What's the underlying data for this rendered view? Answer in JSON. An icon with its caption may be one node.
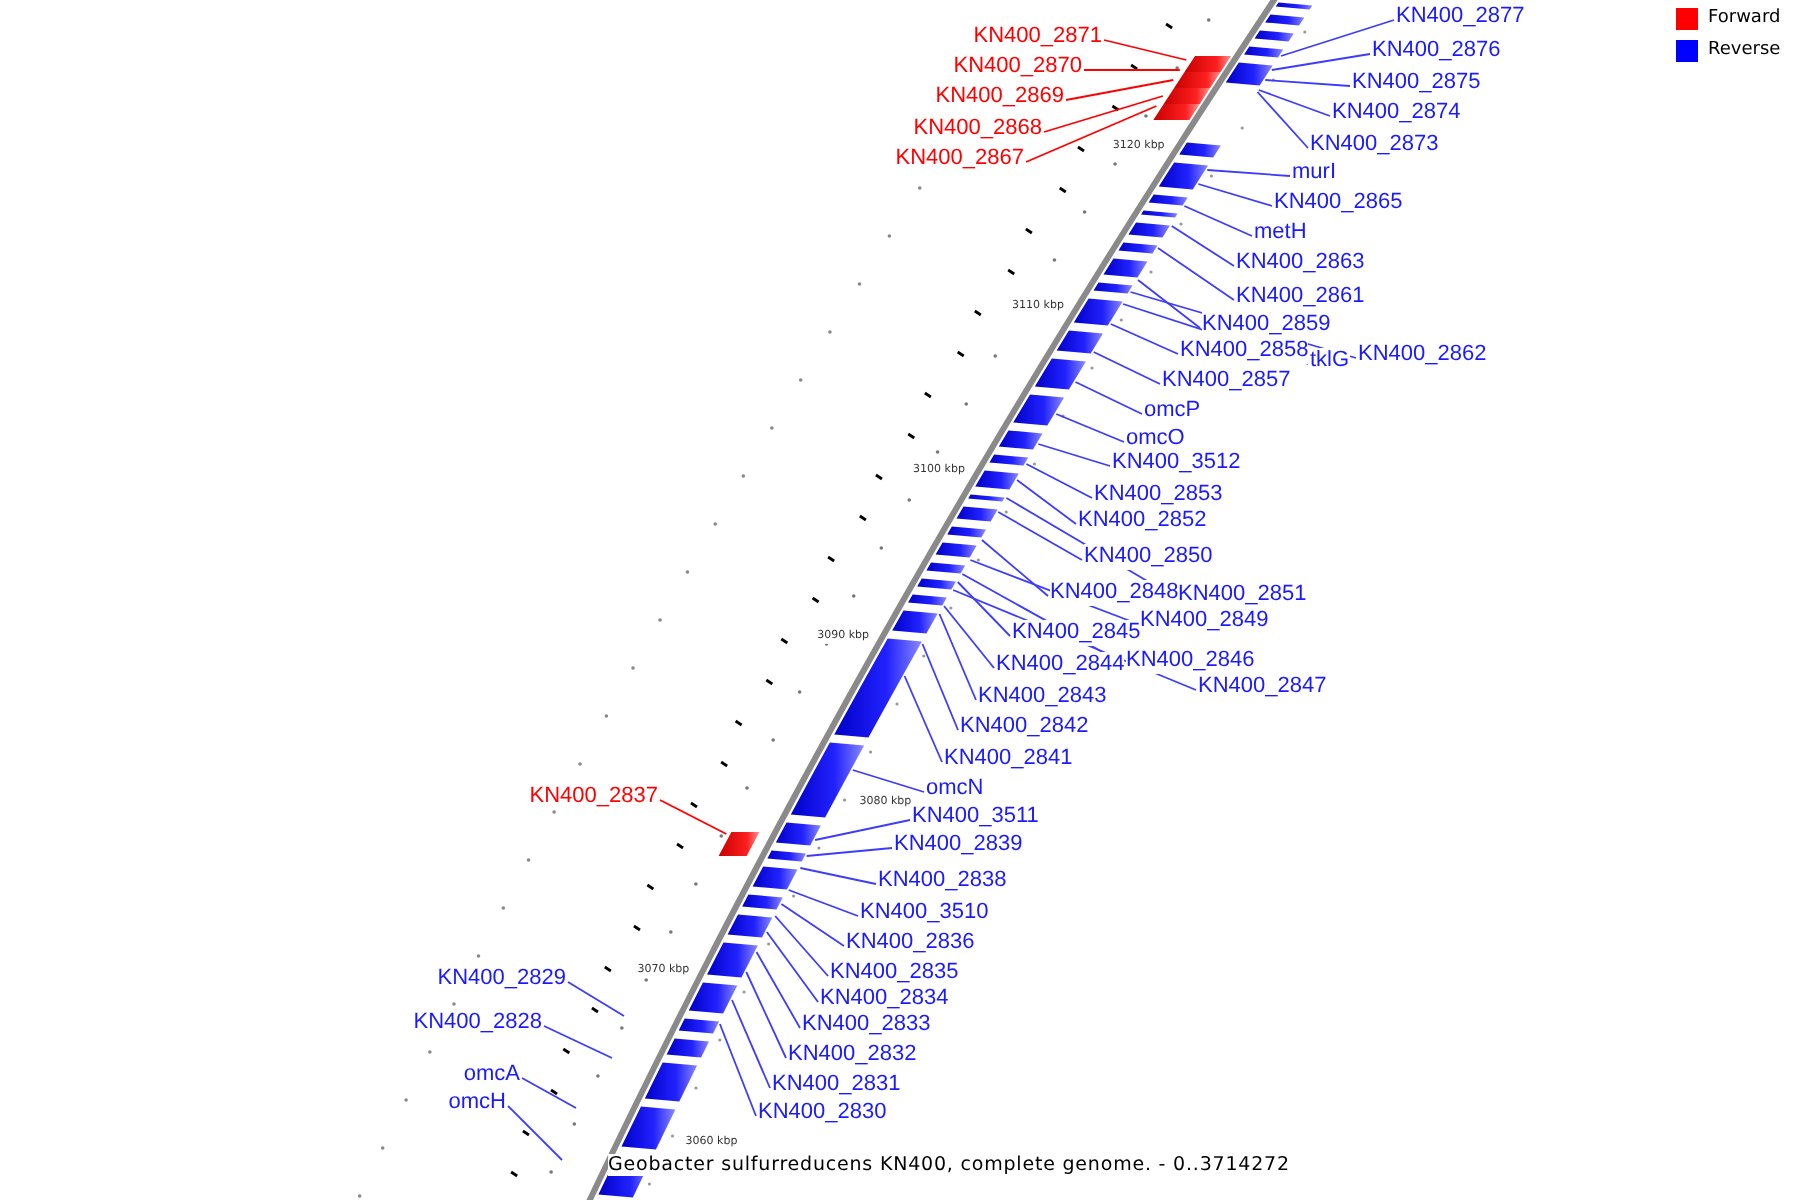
{
  "diagram": {
    "caption": "Geobacter sulfurreducens KN400, complete genome. - 0..3714272",
    "nodes": [
      {
        "text": [
          "KN400_2877"
        ]
      },
      {
        "text": [
          "KN400_2871"
        ]
      },
      {
        "text": [
          "KN400_2876"
        ]
      },
      {
        "text": [
          "KN400_2870"
        ]
      },
      {
        "text": [
          "KN400_2875"
        ]
      },
      {
        "text": [
          "KN400_2869"
        ]
      },
      {
        "text": [
          "KN400_2874"
        ]
      },
      {
        "text": [
          "KN400_2868"
        ]
      },
      {
        "text": [
          "KN400_2873"
        ]
      },
      {
        "text": [
          "KN400_2867"
        ]
      },
      {
        "text": [
          "murI"
        ]
      },
      {
        "text": [
          "KN400_2865"
        ]
      },
      {
        "text": [
          "metH"
        ]
      },
      {
        "text": [
          "KN400_2863"
        ]
      },
      {
        "text": [
          "KN400_2861"
        ]
      },
      {
        "text": [
          "KN400_2859"
        ]
      },
      {
        "text": [
          "KN400_2858"
        ]
      },
      {
        "text": [
          "KN400_2862"
        ]
      },
      {
        "text": [
          "tklG"
        ]
      },
      {
        "text": [
          "KN400_2857"
        ]
      },
      {
        "text": [
          "omcP"
        ]
      },
      {
        "text": [
          "omcO"
        ]
      },
      {
        "text": [
          "KN400_3512"
        ]
      },
      {
        "text": [
          "KN400_2853"
        ]
      },
      {
        "text": [
          "KN400_2852"
        ]
      },
      {
        "text": [
          "KN400_2850"
        ]
      },
      {
        "text": [
          "KN400_2848"
        ]
      },
      {
        "text": [
          "KN400_2851"
        ]
      },
      {
        "text": [
          "KN400_2849"
        ]
      },
      {
        "text": [
          "KN400_2845"
        ]
      },
      {
        "text": [
          "KN400_2846"
        ]
      },
      {
        "text": [
          "KN400_2844"
        ]
      },
      {
        "text": [
          "KN400_2847"
        ]
      },
      {
        "text": [
          "KN400_2843"
        ]
      },
      {
        "text": [
          "KN400_2842"
        ]
      },
      {
        "text": [
          "KN400_2841"
        ]
      },
      {
        "text": [
          "omcN"
        ]
      },
      {
        "text": [
          "KN400_2837"
        ]
      },
      {
        "text": [
          "KN400_3511"
        ]
      },
      {
        "text": [
          "KN400_2839"
        ]
      },
      {
        "text": [
          "KN400_2838"
        ]
      },
      {
        "text": [
          "KN400_3510"
        ]
      },
      {
        "text": [
          "KN400_2836"
        ]
      },
      {
        "text": [
          "KN400_2835"
        ]
      },
      {
        "text": [
          "KN400_2829"
        ]
      },
      {
        "text": [
          "KN400_2834"
        ]
      },
      {
        "text": [
          "KN400_2833"
        ]
      },
      {
        "text": [
          "KN400_2828"
        ]
      },
      {
        "text": [
          "KN400_2832"
        ]
      },
      {
        "text": [
          "omcA"
        ]
      },
      {
        "text": [
          "KN400_2831"
        ]
      },
      {
        "text": [
          "omcH"
        ]
      },
      {
        "text": [
          "KN400_2830"
        ]
      }
    ],
    "edges": [
      {
        "from": 0,
        "to": null,
        "arrow": "none"
      },
      {
        "from": 1,
        "to": null,
        "arrow": "none",
        "color": "#ff0000"
      },
      {
        "from": 2,
        "to": null,
        "arrow": "none"
      },
      {
        "from": 3,
        "to": null,
        "arrow": "none",
        "color": "#ff0000"
      },
      {
        "from": 4,
        "to": null,
        "arrow": "none"
      },
      {
        "from": 5,
        "to": null,
        "arrow": "none",
        "color": "#ff0000"
      },
      {
        "from": 6,
        "to": null,
        "arrow": "none"
      },
      {
        "from": 7,
        "to": null,
        "arrow": "none",
        "color": "#ff0000"
      },
      {
        "from": 8,
        "to": null,
        "arrow": "none"
      },
      {
        "from": 9,
        "to": null,
        "arrow": "none",
        "color": "#ff0000"
      },
      {
        "from": 10,
        "to": null,
        "arrow": "none"
      },
      {
        "from": 11,
        "to": null,
        "arrow": "none"
      },
      {
        "from": 12,
        "to": null,
        "arrow": "none"
      },
      {
        "from": 13,
        "to": null,
        "arrow": "none"
      },
      {
        "from": 14,
        "to": null,
        "arrow": "none"
      },
      {
        "from": 15,
        "to": null,
        "arrow": "none"
      },
      {
        "from": 16,
        "to": null,
        "arrow": "none"
      },
      {
        "from": 17,
        "to": null,
        "arrow": "none"
      },
      {
        "from": 18,
        "to": null,
        "arrow": "none"
      },
      {
        "from": 19,
        "to": null,
        "arrow": "none"
      },
      {
        "from": 20,
        "to": null,
        "arrow": "none"
      },
      {
        "from": 21,
        "to": null,
        "arrow": "none"
      },
      {
        "from": 22,
        "to": null,
        "arrow": "none"
      },
      {
        "from": 23,
        "to": null,
        "arrow": "none"
      },
      {
        "from": 24,
        "to": null,
        "arrow": "none"
      },
      {
        "from": 25,
        "to": null,
        "arrow": "none"
      },
      {
        "from": 26,
        "to": null,
        "arrow": "none"
      },
      {
        "from": 27,
        "to": null,
        "arrow": "none"
      },
      {
        "from": 28,
        "to": null,
        "arrow": "none"
      },
      {
        "from": 29,
        "to": null,
        "arrow": "none"
      },
      {
        "from": 30,
        "to": null,
        "arrow": "none"
      },
      {
        "from": 31,
        "to": null,
        "arrow": "none"
      },
      {
        "from": 32,
        "to": null,
        "arrow": "none"
      },
      {
        "from": 33,
        "to": null,
        "arrow": "none"
      },
      {
        "from": 34,
        "to": null,
        "arrow": "none"
      },
      {
        "from": 35,
        "to": null,
        "arrow": "none"
      },
      {
        "from": 36,
        "to": null,
        "arrow": "none"
      },
      {
        "from": 37,
        "to": null,
        "arrow": "none",
        "color": "#ff0000"
      },
      {
        "from": 38,
        "to": null,
        "arrow": "none"
      },
      {
        "from": 39,
        "to": null,
        "arrow": "none"
      },
      {
        "from": 40,
        "to": null,
        "arrow": "none"
      },
      {
        "from": 41,
        "to": null,
        "arrow": "none"
      },
      {
        "from": 42,
        "to": null,
        "arrow": "none"
      },
      {
        "from": 43,
        "to": null,
        "arrow": "none"
      },
      {
        "from": 44,
        "to": null,
        "arrow": "none"
      },
      {
        "from": 45,
        "to": null,
        "arrow": "none"
      },
      {
        "from": 46,
        "to": null,
        "arrow": "none"
      },
      {
        "from": 47,
        "to": null,
        "arrow": "none"
      },
      {
        "from": 48,
        "to": null,
        "arrow": "none"
      },
      {
        "from": 49,
        "to": null,
        "arrow": "none"
      },
      {
        "from": 50,
        "to": null,
        "arrow": "none"
      },
      {
        "from": 51,
        "to": null,
        "arrow": "none"
      },
      {
        "from": 52,
        "to": null,
        "arrow": "none"
      }
    ],
    "labels": [
      "3120 kbp",
      "3110 kbp",
      "3100 kbp",
      "3090 kbp",
      "3080 kbp",
      "3070 kbp",
      "3060 kbp"
    ],
    "legend": [
      {
        "text": "Forward",
        "color": "#ff0000"
      },
      {
        "text": "Reverse",
        "color": "#0000ff"
      }
    ]
  }
}
